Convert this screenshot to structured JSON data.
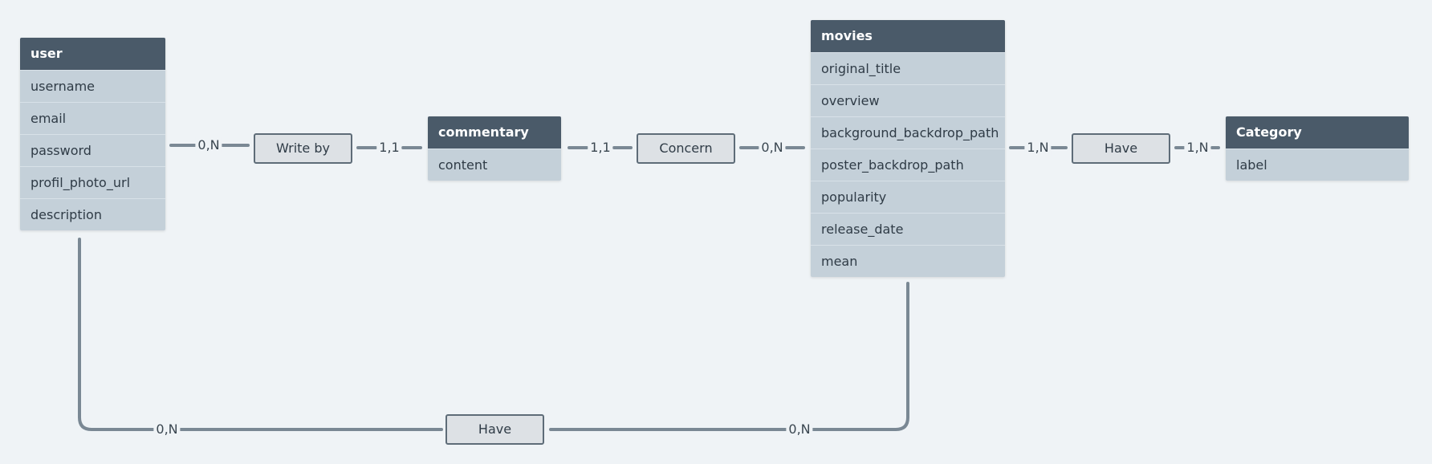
{
  "colors": {
    "background": "#eff3f6",
    "header": "#4a5a69",
    "attribute_bg": "#c4d0d9",
    "relationship_bg": "#dde1e5",
    "line": "#7a8894"
  },
  "entities": {
    "user": {
      "title": "user",
      "attributes": [
        "username",
        "email",
        "password",
        "profil_photo_url",
        "description"
      ]
    },
    "commentary": {
      "title": "commentary",
      "attributes": [
        "content"
      ]
    },
    "movies": {
      "title": "movies",
      "attributes": [
        "original_title",
        "overview",
        "background_backdrop_path",
        "poster_backdrop_path",
        "popularity",
        "release_date",
        "mean"
      ]
    },
    "category": {
      "title": "Category",
      "attributes": [
        "label"
      ]
    }
  },
  "relationships": {
    "write_by": {
      "label": "Write by",
      "card_left": "0,N",
      "card_right": "1,1"
    },
    "concern": {
      "label": "Concern",
      "card_left": "1,1",
      "card_right": "0,N"
    },
    "have_category": {
      "label": "Have",
      "card_left": "1,N",
      "card_right": "1,N"
    },
    "have_user_movies": {
      "label": "Have",
      "card_left": "0,N",
      "card_right": "0,N"
    }
  }
}
